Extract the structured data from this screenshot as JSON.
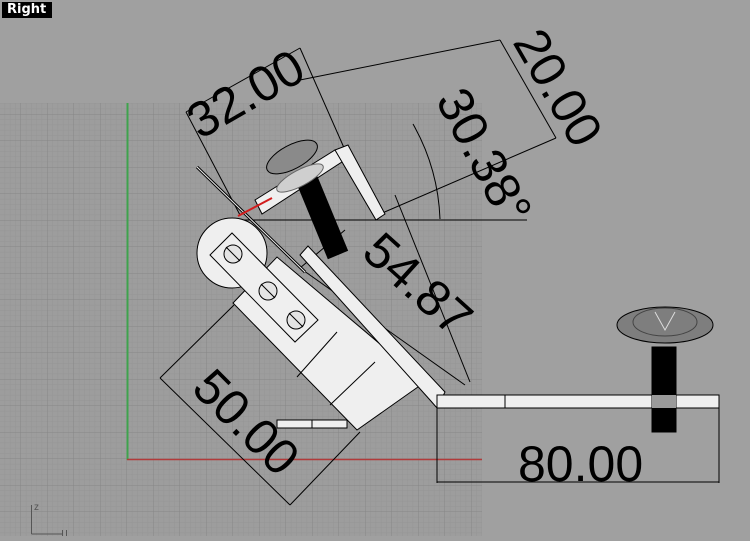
{
  "viewport": {
    "title": "Right",
    "axis_labels": {
      "vertical": "z"
    }
  },
  "dimensions": {
    "d1": "32.00",
    "d2": "20.00",
    "angle": "30.38°",
    "d3": "54.87",
    "d4": "50.00",
    "d5": "80.00"
  },
  "colors": {
    "background": "#a0a0a0",
    "grid_fill": "#9d9d9d",
    "grid_minor": "#939393",
    "grid_major": "#868686",
    "x_axis": "#b23a3a",
    "z_axis": "#3fa34d",
    "part_fill": "#efefef"
  }
}
